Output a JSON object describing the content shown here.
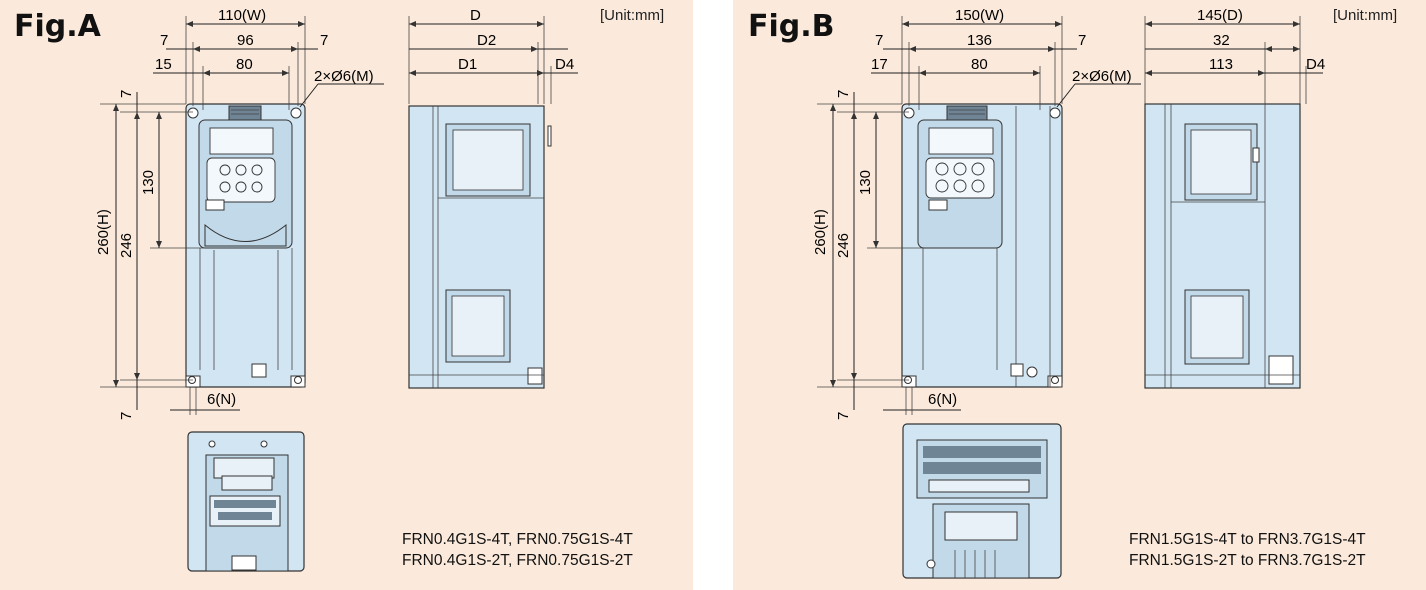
{
  "unit": "[Unit:mm]",
  "figures": [
    {
      "label": "Fig.A",
      "dims": {
        "width": "110(W)",
        "inner_width": "96",
        "margin_left": "7",
        "margin_right": "7",
        "hole_offset": "15",
        "hole_spacing": "80",
        "holes": "2×Ø6(M)",
        "height": "260(H)",
        "inner_height": "246",
        "keypad_height": "130",
        "top_margin": "7",
        "bottom_margin": "7",
        "slot": "6(N)",
        "depth": "D",
        "d1": "D1",
        "d2": "D2",
        "d4": "D4"
      },
      "models": [
        "FRN0.4G1S-4T, FRN0.75G1S-4T",
        "FRN0.4G1S-2T, FRN0.75G1S-2T"
      ]
    },
    {
      "label": "Fig.B",
      "dims": {
        "width": "150(W)",
        "inner_width": "136",
        "margin_left": "7",
        "margin_right": "7",
        "hole_offset": "17",
        "hole_spacing": "80",
        "holes": "2×Ø6(M)",
        "height": "260(H)",
        "inner_height": "246",
        "keypad_height": "130",
        "top_margin": "7",
        "bottom_margin": "7",
        "slot": "6(N)",
        "depth": "145(D)",
        "d1": "113",
        "d2": "32",
        "d4": "D4"
      },
      "models": [
        "FRN1.5G1S-4T to FRN3.7G1S-4T",
        "FRN1.5G1S-2T to FRN3.7G1S-2T"
      ]
    }
  ]
}
